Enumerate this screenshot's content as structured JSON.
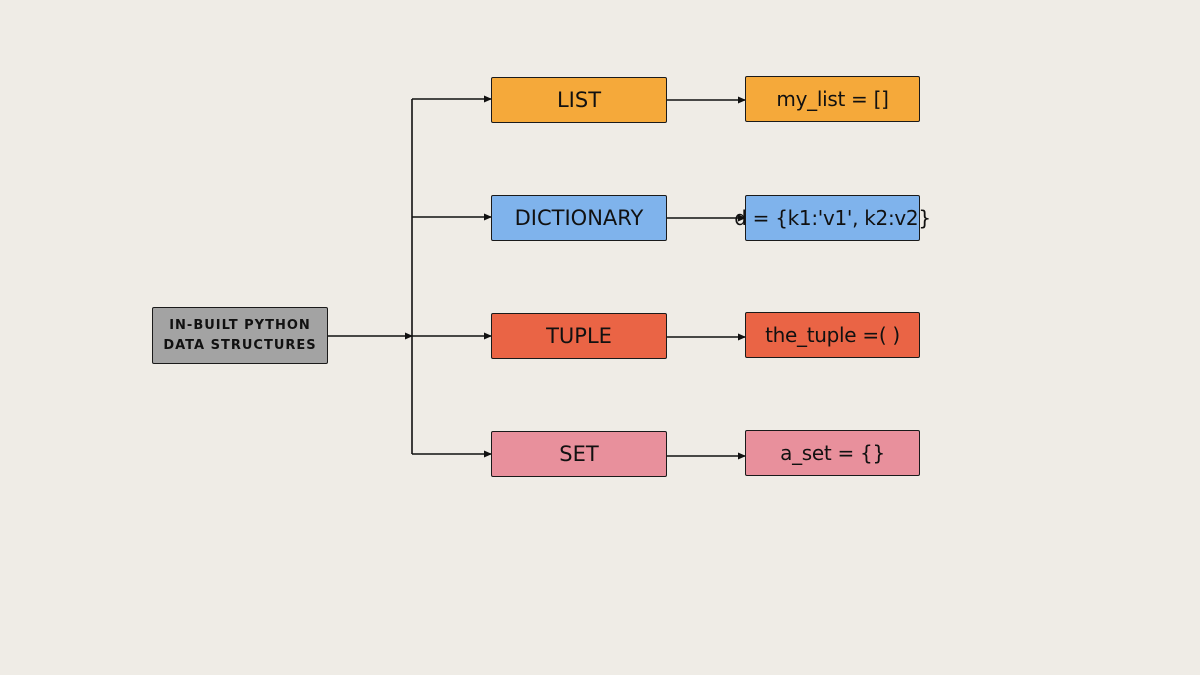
{
  "root": {
    "line1": "IN-BUILT PYTHON",
    "line2": "DATA STRUCTURES",
    "color": "#a3a3a3"
  },
  "branches": [
    {
      "type_label": "LIST",
      "example": "my_list = []",
      "color": "#f5a93a"
    },
    {
      "type_label": "DICTIONARY",
      "example": "d = {k1:'v1', k2:v2}",
      "color": "#7fb3ec"
    },
    {
      "type_label": "TUPLE",
      "example": "the_tuple =( )",
      "color": "#ea6445"
    },
    {
      "type_label": "SET",
      "example": "a_set = {}",
      "color": "#e8909c"
    }
  ],
  "background": "#efece6"
}
